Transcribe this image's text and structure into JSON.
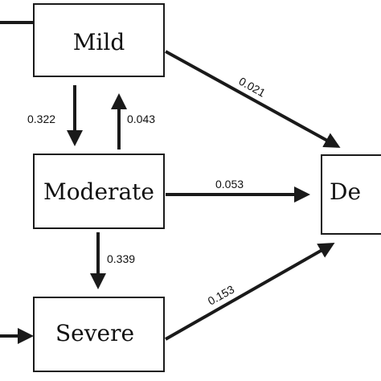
{
  "nodes": {
    "mild": "Mild",
    "moderate": "Moderate",
    "severe": "Severe",
    "death": "De"
  },
  "edges": {
    "mild_to_death": "0.021",
    "mild_to_moderate": "0.322",
    "moderate_to_mild": "0.043",
    "moderate_to_death": "0.053",
    "moderate_to_severe": "0.339",
    "severe_to_death": "0.153"
  },
  "colors": {
    "stroke": "#1a1a1a",
    "background": "#ffffff"
  }
}
